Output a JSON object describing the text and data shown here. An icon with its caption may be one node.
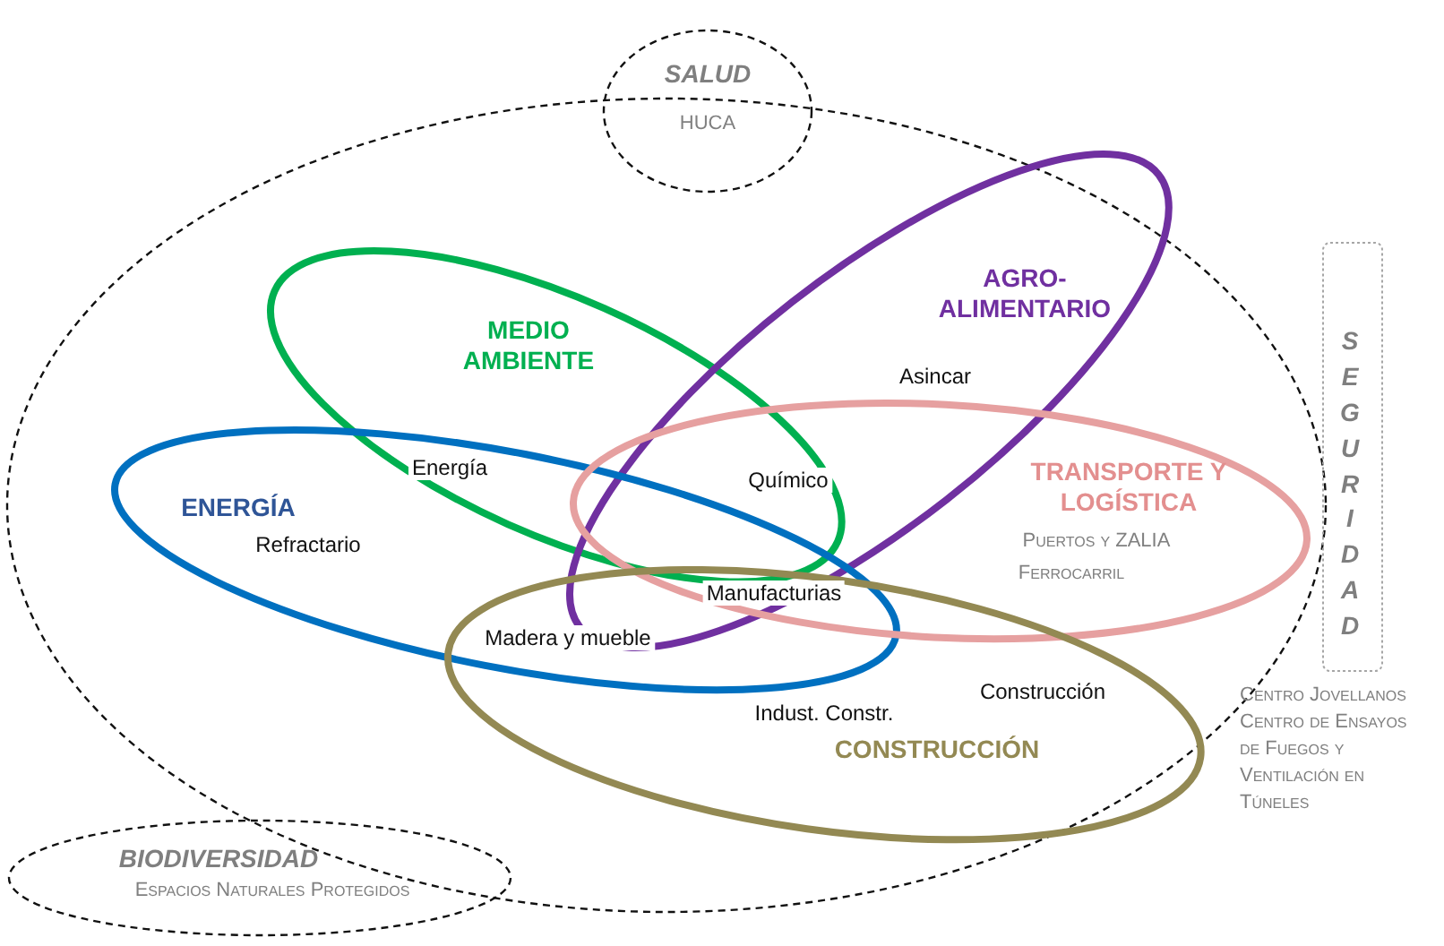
{
  "diagram": {
    "nodes": [
      {
        "text": [
          "SALUD",
          "HUCA"
        ]
      },
      {
        "text": [],
        "shape": "ellipse"
      },
      {
        "text": [
          "MEDIO AMBIENTE"
        ],
        "in": 1
      },
      {
        "text": [
          "AGRO- ALIMENTARIO",
          "Asincar"
        ],
        "in": 1
      },
      {
        "text": [
          "ENERGÍA",
          "Refractario"
        ],
        "in": 1
      },
      {
        "text": [
          "TRANSPORTE Y LOGÍSTICA",
          "Puertos y ZALIA",
          "Ferrocarril"
        ],
        "in": 1
      },
      {
        "text": [
          "Construcción",
          "Indust. Constr.",
          "CONSTRUCCIÓN"
        ],
        "in": 1
      },
      {
        "text": [
          "BIODIVERSIDAD",
          "Espacios Naturales Protegidos"
        ]
      },
      {
        "text": [
          "SEGURIDAD"
        ],
        "beside": [
          "Centro Jovellanos",
          "Centro de Ensayos de Fuegos y Ventilación en Túneles"
        ]
      }
    ],
    "labels": [
      "Energía",
      "Químico",
      "Manufacturias",
      "Madera y mueble"
    ]
  }
}
